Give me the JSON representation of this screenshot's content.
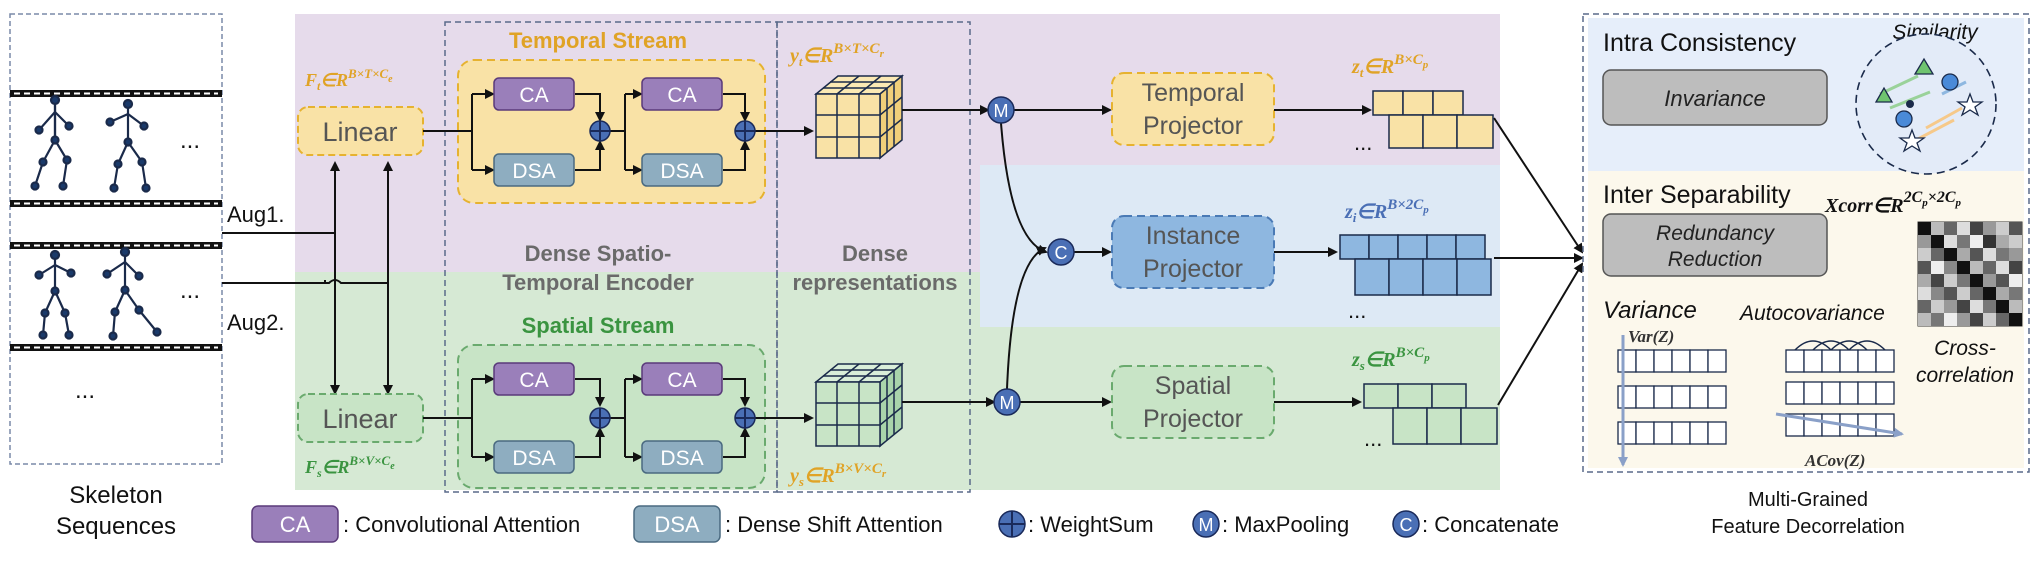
{
  "left": {
    "caption_line1": "Skeleton",
    "caption_line2": "Sequences",
    "ellipsis": "...",
    "aug1": "Aug1.",
    "aug2": "Aug2."
  },
  "encoder": {
    "linear_label": "Linear",
    "ft_label": "F",
    "ft_sub": "t",
    "ft_sup": "∈R",
    "ft_dims": "B×T×C",
    "ft_dims_sub": "e",
    "fs_label": "F",
    "fs_sub": "s",
    "fs_sup": "∈R",
    "fs_dims": "B×V×C",
    "fs_dims_sub": "e",
    "temporal_stream": "Temporal Stream",
    "spatial_stream": "Spatial Stream",
    "ca": "CA",
    "dsa": "DSA",
    "dense_line1": "Dense Spatio-",
    "dense_line2": "Temporal Encoder"
  },
  "representations": {
    "title_line1": "Dense",
    "title_line2": "representations",
    "yt": "y",
    "yt_sub": "t",
    "yt_sup": "∈R",
    "yt_dims": "B×T×C",
    "yt_dims_sub": "r",
    "ys": "y",
    "ys_sub": "s",
    "ys_sup": "∈R",
    "ys_dims": "B×V×C",
    "ys_dims_sub": "r"
  },
  "ops": {
    "m": "M",
    "c": "C"
  },
  "projectors": {
    "temporal_line1": "Temporal",
    "temporal_line2": "Projector",
    "instance_line1": "Instance",
    "instance_line2": "Projector",
    "spatial_line1": "Spatial",
    "spatial_line2": "Projector",
    "zt": "z",
    "zt_sub": "t",
    "zt_sup": "∈R",
    "zt_dims": "B×C",
    "zt_dims_sub": "p",
    "zi": "z",
    "zi_sub": "i",
    "zi_sup": "∈R",
    "zi_dims": "B×2C",
    "zi_dims_sub": "p",
    "zs": "z",
    "zs_sub": "s",
    "zs_sup": "∈R",
    "zs_dims": "B×C",
    "zs_dims_sub": "p",
    "ellipsis": "..."
  },
  "decorrelation": {
    "intra": "Intra Consistency",
    "similarity": "Similarity",
    "invariance": "Invariance",
    "inter": "Inter Separability",
    "xcorr": "Xcorr",
    "xcorr_sup": "∈R",
    "xcorr_dims": "2C",
    "xcorr_p1": "p",
    "xcorr_x": "×2C",
    "xcorr_p2": "p",
    "redundancy_line1": "Redundancy",
    "redundancy_line2": "Reduction",
    "variance": "Variance",
    "autocov": "Autocovariance",
    "cross_line1": "Cross-",
    "cross_line2": "correlation",
    "var_z": "Var(Z)",
    "acov_z": "ACov(Z)",
    "caption_line1": "Multi-Grained",
    "caption_line2": "Feature Decorrelation"
  },
  "legend": {
    "ca": "CA",
    "ca_text": ": Convolutional Attention",
    "dsa": "DSA",
    "dsa_text": ": Dense Shift Attention",
    "ws_text": ": WeightSum",
    "m": "M",
    "m_text": ": MaxPooling",
    "c": "C",
    "c_text": ": Concatenate"
  },
  "colors": {
    "purple_bg": "#e6dbeb",
    "green_bg": "#d6e9d4",
    "blue_bg": "#dde9f5",
    "yellow": "#f9e2a6",
    "yellow_text": "#e0a326",
    "green_text": "#3a9440",
    "ca": "#9a7fba",
    "dsa": "#8eadc0",
    "node": "#4a6fb5"
  }
}
